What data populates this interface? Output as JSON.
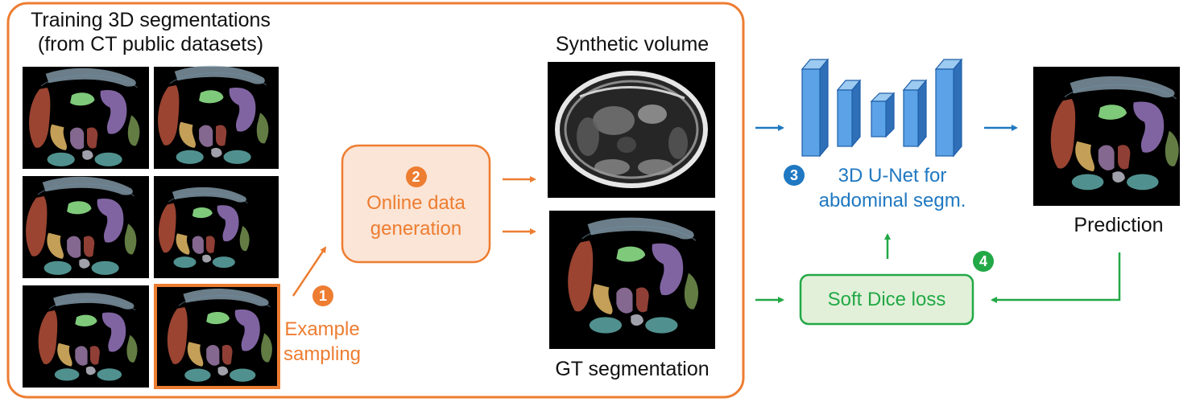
{
  "training": {
    "title_line1": "Training 3D segmentations",
    "title_line2": "(from CT public datasets)"
  },
  "step1": {
    "number": "1",
    "label_line1": "Example",
    "label_line2": "sampling"
  },
  "step2": {
    "number": "2",
    "label_line1": "Online data",
    "label_line2": "generation"
  },
  "synthetic": {
    "label": "Synthetic volume"
  },
  "gt": {
    "label": "GT segmentation"
  },
  "step3": {
    "number": "3",
    "label_line1": "3D U-Net for",
    "label_line2": "abdominal segm."
  },
  "prediction": {
    "label": "Prediction"
  },
  "step4": {
    "number": "4",
    "label": "Soft Dice loss"
  },
  "colors": {
    "orange": "#ed7d31",
    "orange_fill": "#fbe5d6",
    "blue": "#1f78c1",
    "unet_blue": "#5ba3e6",
    "green": "#22a846",
    "green_fill": "#e2f0d9"
  }
}
